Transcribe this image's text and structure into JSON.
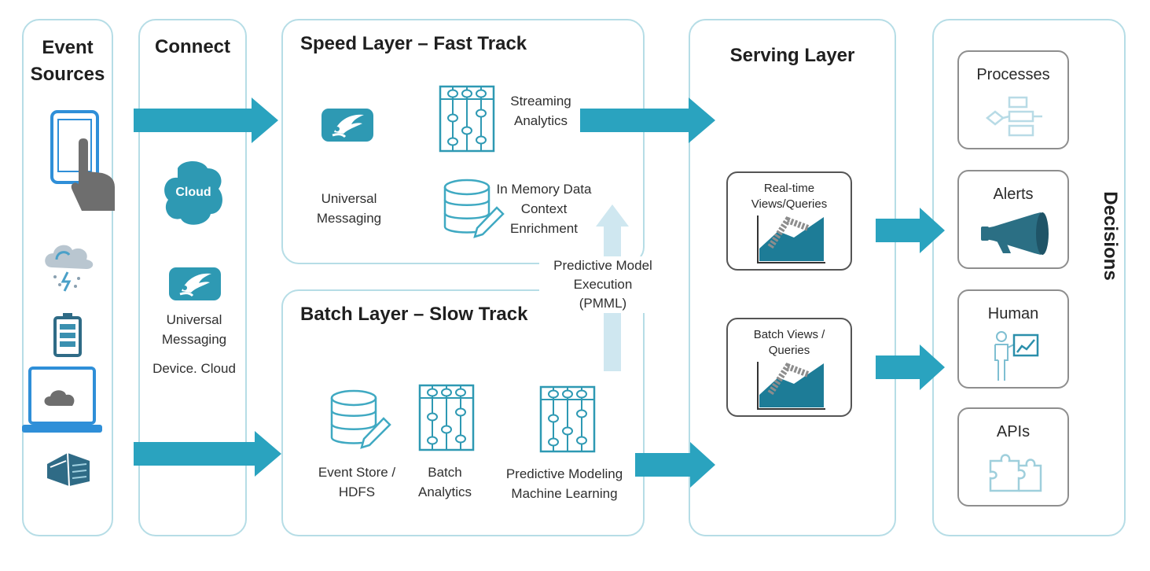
{
  "event_sources": {
    "title_line1": "Event",
    "title_line2": "Sources"
  },
  "connect": {
    "title": "Connect",
    "cloud_label": "Cloud",
    "messaging_line1": "Universal",
    "messaging_line2": "Messaging",
    "device_cloud": "Device. Cloud"
  },
  "speed_layer": {
    "title": "Speed Layer – Fast Track",
    "messaging_line1": "Universal",
    "messaging_line2": "Messaging",
    "streaming_line1": "Streaming",
    "streaming_line2": "Analytics",
    "memory_line1": "In Memory Data",
    "memory_line2": "Context",
    "memory_line3": "Enrichment"
  },
  "pmml": {
    "line1": "Predictive Model",
    "line2": "Execution",
    "line3": "(PMML)"
  },
  "batch_layer": {
    "title": "Batch Layer – Slow Track",
    "store_line1": "Event Store /",
    "store_line2": "HDFS",
    "analytics_line1": "Batch",
    "analytics_line2": "Analytics",
    "predictive_line1": "Predictive Modeling",
    "predictive_line2": "Machine Learning"
  },
  "serving_layer": {
    "title": "Serving Layer",
    "realtime_line1": "Real-time",
    "realtime_line2": "Views/Queries",
    "batch_line1": "Batch Views /",
    "batch_line2": "Queries"
  },
  "decisions": {
    "title": "Decisions",
    "items": [
      {
        "label": "Processes",
        "icon": "flowchart-icon"
      },
      {
        "label": "Alerts",
        "icon": "megaphone-icon"
      },
      {
        "label": "Human",
        "icon": "presenter-icon"
      },
      {
        "label": "APIs",
        "icon": "puzzle-icon"
      }
    ]
  },
  "colors": {
    "accent": "#2aa3bf",
    "panel_border": "#b6dde6",
    "dark_icon": "#2b6f84",
    "gray": "#6e6e6e"
  }
}
